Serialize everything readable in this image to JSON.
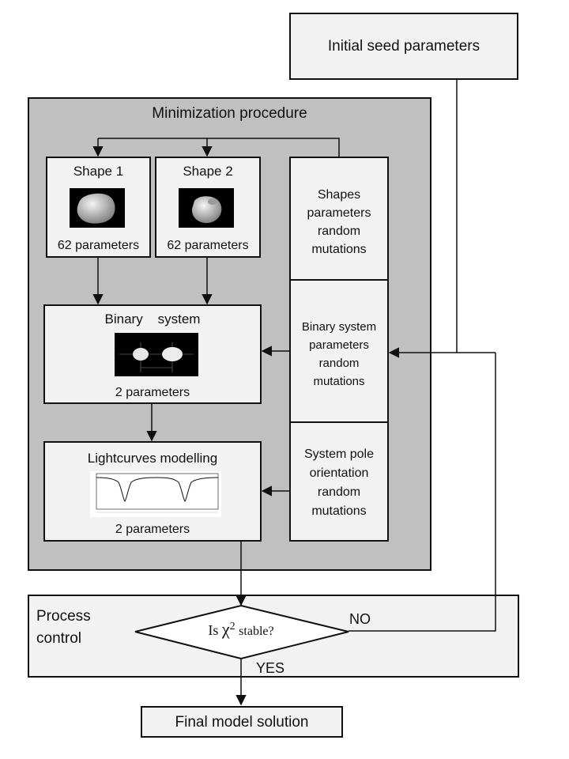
{
  "seed": {
    "label": "Initial seed parameters"
  },
  "minimization": {
    "title": "Minimization procedure"
  },
  "shape1": {
    "title": "Shape 1",
    "params": "62 parameters"
  },
  "shape2": {
    "title": "Shape 2",
    "params": "62 parameters"
  },
  "binary": {
    "title": "Binary    system",
    "params": "2 parameters"
  },
  "lightcurves": {
    "title": "Lightcurves modelling",
    "params": "2 parameters"
  },
  "mutations": {
    "shapes": "Shapes parameters random mutations",
    "binary": "Binary system parameters random mutations",
    "pole": "System pole orientation random mutations"
  },
  "process": {
    "title": "Process control",
    "decision_prefix": "Is",
    "decision_symbol": "χ",
    "decision_exp": "2",
    "decision_suffix": "stable?",
    "no": "NO",
    "yes": "YES"
  },
  "final": {
    "label": "Final model solution"
  },
  "colors": {
    "panel": "#c0c0c0",
    "box": "#f2f2f2",
    "line": "#111111"
  }
}
